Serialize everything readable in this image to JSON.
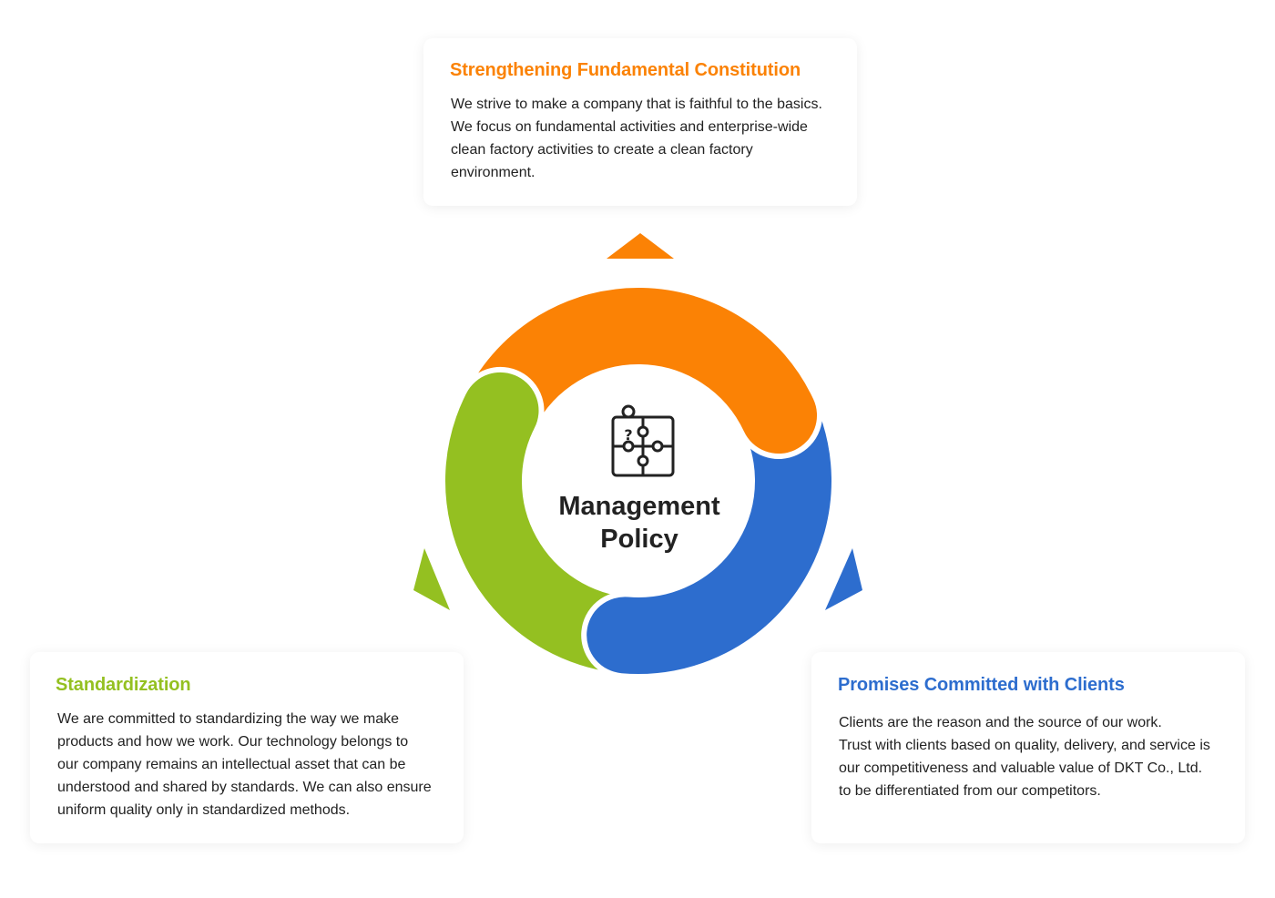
{
  "colors": {
    "orange": "#fb8205",
    "green": "#94c021",
    "blue": "#2d6dce",
    "text": "#222222"
  },
  "center": {
    "icon": "puzzle-icon",
    "title_line1": "Management",
    "title_line2": "Policy"
  },
  "cards": {
    "top": {
      "title": "Strengthening Fundamental Constitution",
      "lines": [
        "We strive to make a company that is faithful to the basics.",
        "We focus on fundamental activities and enterprise-wide",
        "clean factory activities to create a clean factory",
        "environment."
      ]
    },
    "left": {
      "title": "Standardization",
      "lines": [
        "We are committed to standardizing the way we make",
        "products and how we work. Our technology belongs to",
        "our company remains an intellectual asset that can be",
        "understood and shared by standards. We can also ensure",
        "uniform quality only in standardized methods."
      ]
    },
    "right": {
      "title": "Promises Committed with Clients",
      "lines": [
        "Clients are the reason and the source of our work.",
        "Trust with clients based on quality, delivery, and service is",
        "our competitiveness and valuable value of DKT Co., Ltd.",
        "to be differentiated from our competitors."
      ]
    }
  }
}
